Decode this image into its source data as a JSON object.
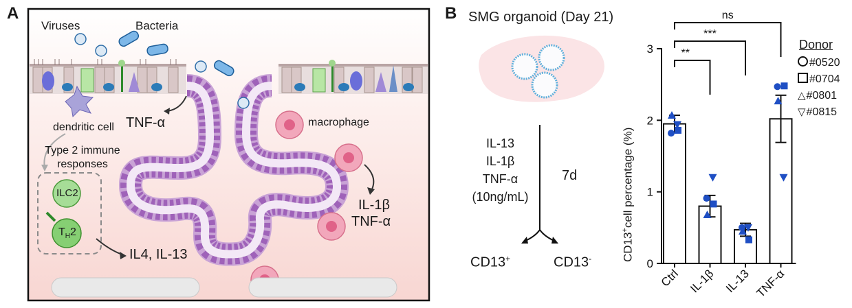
{
  "panel_a": {
    "letter": "A",
    "viruses": "Viruses",
    "bacteria": "Bacteria",
    "tnf": "TNF-α",
    "dendritic": "dendritic cell",
    "type2_line1": "Type 2 immune",
    "type2_line2": "responses",
    "ilc2": "ILC2",
    "th2_t": "T",
    "th2_sub": "H",
    "th2_num": "2",
    "il4": "IL4, IL-13",
    "macrophage": "macrophage",
    "il1b": "IL-1β",
    "tnf2": "TNF-α"
  },
  "panel_b": {
    "letter": "B",
    "title": "SMG organoid (Day 21)",
    "treat": [
      "IL-13",
      "IL-1β",
      "TNF-α",
      "(10ng/mL)"
    ],
    "duration": "7d",
    "out_pos_base": "CD13",
    "out_pos_sup": "+",
    "out_neg_base": "CD13",
    "out_neg_sup": "-"
  },
  "chart_data": {
    "type": "bar",
    "title": "",
    "ylabel_sup": "+",
    "ylabel_pre": "CD13",
    "ylabel_post": "cell percentage (%)",
    "ylim": [
      0,
      3
    ],
    "yticks": [
      "0",
      "1",
      "2",
      "3"
    ],
    "categories": [
      "Ctrl",
      "IL-1β",
      "IL-13",
      "TNF-α"
    ],
    "values": [
      1.95,
      0.8,
      0.47,
      2.02
    ],
    "errors": [
      0.12,
      0.15,
      0.09,
      0.33
    ],
    "points": [
      [
        1.82,
        1.86,
        2.07,
        1.94
      ],
      [
        0.91,
        0.83,
        0.68,
        1.2
      ],
      [
        0.5,
        0.33,
        0.45,
        0.5
      ],
      [
        2.47,
        2.48,
        2.27,
        1.2
      ]
    ],
    "point_color": "#1f4fc4",
    "significance": [
      {
        "label": "**",
        "from": "Ctrl",
        "to": "IL-1β"
      },
      {
        "label": "***",
        "from": "Ctrl",
        "to": "IL-13"
      },
      {
        "label": "ns",
        "from": "Ctrl",
        "to": "TNF-α"
      }
    ],
    "legend": {
      "title": "Donor",
      "placement": "right",
      "items": [
        {
          "label": "#0520",
          "marker": "circle"
        },
        {
          "label": "#0704",
          "marker": "square"
        },
        {
          "label": "#0801",
          "marker": "triangle-up"
        },
        {
          "label": "#0815",
          "marker": "triangle-down"
        }
      ]
    }
  }
}
